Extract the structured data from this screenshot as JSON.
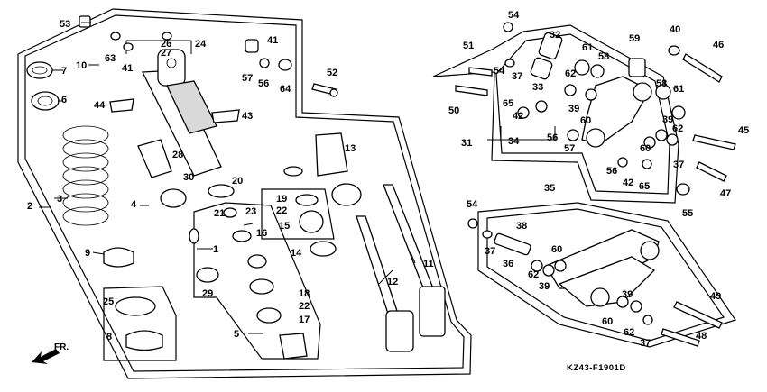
{
  "diagram_code": "KZ43-F1901D",
  "direction_label": "FR.",
  "parts": [
    {
      "ref": "53",
      "text": "53"
    },
    {
      "ref": "26",
      "text": "26"
    },
    {
      "ref": "24",
      "text": "24"
    },
    {
      "ref": "27",
      "text": "27"
    },
    {
      "ref": "63",
      "text": "63"
    },
    {
      "ref": "41a",
      "text": "41"
    },
    {
      "ref": "41b",
      "text": "41"
    },
    {
      "ref": "57a",
      "text": "57"
    },
    {
      "ref": "56a",
      "text": "56"
    },
    {
      "ref": "64",
      "text": "64"
    },
    {
      "ref": "52",
      "text": "52"
    },
    {
      "ref": "10",
      "text": "10"
    },
    {
      "ref": "7",
      "text": "7"
    },
    {
      "ref": "6",
      "text": "6"
    },
    {
      "ref": "44",
      "text": "44"
    },
    {
      "ref": "43",
      "text": "43"
    },
    {
      "ref": "28",
      "text": "28"
    },
    {
      "ref": "13",
      "text": "13"
    },
    {
      "ref": "3",
      "text": "3"
    },
    {
      "ref": "2",
      "text": "2"
    },
    {
      "ref": "4",
      "text": "4"
    },
    {
      "ref": "30",
      "text": "30"
    },
    {
      "ref": "20",
      "text": "20"
    },
    {
      "ref": "19",
      "text": "19"
    },
    {
      "ref": "22a",
      "text": "22"
    },
    {
      "ref": "21",
      "text": "21"
    },
    {
      "ref": "23",
      "text": "23"
    },
    {
      "ref": "15",
      "text": "15"
    },
    {
      "ref": "16",
      "text": "16"
    },
    {
      "ref": "14",
      "text": "14"
    },
    {
      "ref": "9",
      "text": "9"
    },
    {
      "ref": "1",
      "text": "1"
    },
    {
      "ref": "11",
      "text": "11"
    },
    {
      "ref": "29",
      "text": "29"
    },
    {
      "ref": "12",
      "text": "12"
    },
    {
      "ref": "18",
      "text": "18"
    },
    {
      "ref": "22b",
      "text": "22"
    },
    {
      "ref": "25",
      "text": "25"
    },
    {
      "ref": "17",
      "text": "17"
    },
    {
      "ref": "5",
      "text": "5"
    },
    {
      "ref": "8",
      "text": "8"
    },
    {
      "ref": "54a",
      "text": "54"
    },
    {
      "ref": "32",
      "text": "32"
    },
    {
      "ref": "51",
      "text": "51"
    },
    {
      "ref": "54b",
      "text": "54"
    },
    {
      "ref": "61a",
      "text": "61"
    },
    {
      "ref": "58a",
      "text": "58"
    },
    {
      "ref": "59",
      "text": "59"
    },
    {
      "ref": "40",
      "text": "40"
    },
    {
      "ref": "46",
      "text": "46"
    },
    {
      "ref": "37a",
      "text": "37"
    },
    {
      "ref": "62a",
      "text": "62"
    },
    {
      "ref": "33",
      "text": "33"
    },
    {
      "ref": "50",
      "text": "50"
    },
    {
      "ref": "65a",
      "text": "65"
    },
    {
      "ref": "42a",
      "text": "42"
    },
    {
      "ref": "39a",
      "text": "39"
    },
    {
      "ref": "60a",
      "text": "60"
    },
    {
      "ref": "58b",
      "text": "58"
    },
    {
      "ref": "61b",
      "text": "61"
    },
    {
      "ref": "39b",
      "text": "39"
    },
    {
      "ref": "62b",
      "text": "62"
    },
    {
      "ref": "56b",
      "text": "56"
    },
    {
      "ref": "34",
      "text": "34"
    },
    {
      "ref": "31",
      "text": "31"
    },
    {
      "ref": "57b",
      "text": "57"
    },
    {
      "ref": "60b",
      "text": "60"
    },
    {
      "ref": "45",
      "text": "45"
    },
    {
      "ref": "37b",
      "text": "37"
    },
    {
      "ref": "56c",
      "text": "56"
    },
    {
      "ref": "42b",
      "text": "42"
    },
    {
      "ref": "65b",
      "text": "65"
    },
    {
      "ref": "47",
      "text": "47"
    },
    {
      "ref": "55",
      "text": "55"
    },
    {
      "ref": "35",
      "text": "35"
    },
    {
      "ref": "54c",
      "text": "54"
    },
    {
      "ref": "38",
      "text": "38"
    },
    {
      "ref": "37c",
      "text": "37"
    },
    {
      "ref": "60c",
      "text": "60"
    },
    {
      "ref": "36",
      "text": "36"
    },
    {
      "ref": "62c",
      "text": "62"
    },
    {
      "ref": "39c",
      "text": "39"
    },
    {
      "ref": "49",
      "text": "49"
    },
    {
      "ref": "39d",
      "text": "39"
    },
    {
      "ref": "60d",
      "text": "60"
    },
    {
      "ref": "62d",
      "text": "62"
    },
    {
      "ref": "37d",
      "text": "37"
    },
    {
      "ref": "48",
      "text": "48"
    }
  ]
}
